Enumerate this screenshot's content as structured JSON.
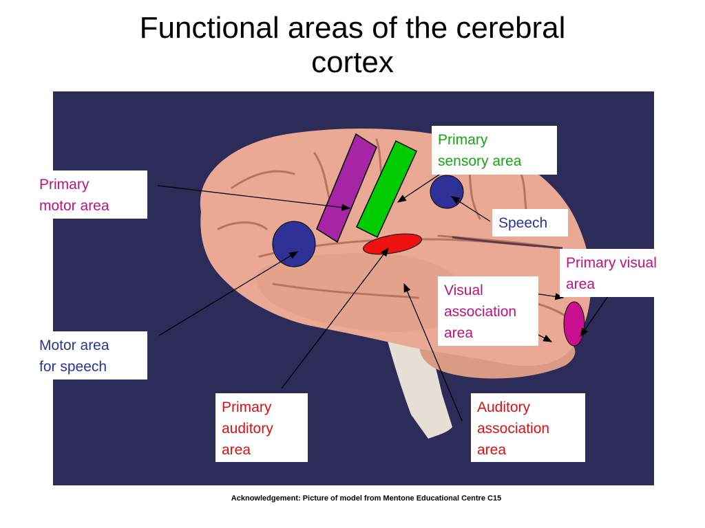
{
  "title": {
    "line1": "Functional areas of the cerebral",
    "line2": "cortex"
  },
  "colors": {
    "background_photo": "#2d2b57",
    "brain": "#e9a994",
    "primary_motor": "#a625a4",
    "primary_sensory": "#00cc00",
    "speech_marker": "#2f3196",
    "auditory_marker": "#ee1111",
    "visual_marker": "#c8108f",
    "text_magenta": "#c0117e",
    "text_green": "#16a516",
    "text_blue": "#283593",
    "text_red": "#dd1111"
  },
  "labels": {
    "primary_motor": {
      "line1": "Primary",
      "line2": "motor area"
    },
    "primary_sensory": {
      "line1": "Primary",
      "line2": "sensory area"
    },
    "speech": {
      "line1": "Speech"
    },
    "primary_visual": {
      "line1": "Primary visual",
      "line2": "area"
    },
    "visual_association": {
      "line1": "Visual",
      "line2": "association",
      "line3": "area"
    },
    "motor_speech": {
      "line1": "Motor area",
      "line2": "for speech"
    },
    "primary_auditory": {
      "line1": "Primary",
      "line2": "auditory",
      "line3": "area"
    },
    "auditory_association": {
      "line1": "Auditory",
      "line2": "association",
      "line3": "area"
    }
  },
  "acknowledgement": "Acknowledgement: Picture of model from Mentone Educational Centre C15"
}
